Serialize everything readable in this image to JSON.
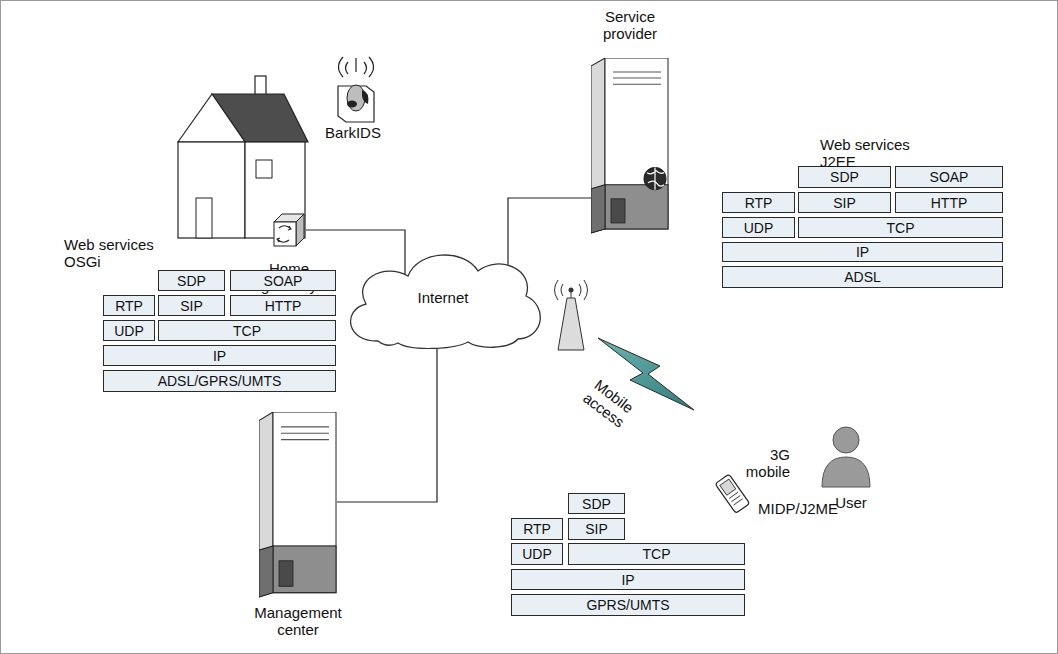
{
  "diagram": {
    "nodes": [
      {
        "text": [
          "Home gateway"
        ]
      },
      {
        "text": [
          "Service provider"
        ]
      },
      {
        "text": [
          "Internet"
        ]
      },
      {
        "text": [
          "Management center"
        ]
      },
      {
        "text": [
          "SDP"
        ]
      },
      {
        "text": [
          "SOAP"
        ]
      },
      {
        "text": [
          "RTP"
        ]
      },
      {
        "text": [
          "SIP"
        ]
      },
      {
        "text": [
          "HTTP"
        ]
      },
      {
        "text": [
          "UDP"
        ]
      },
      {
        "text": [
          "TCP"
        ]
      },
      {
        "text": [
          "IP"
        ]
      },
      {
        "text": [
          "ADSL/GPRS/UMTS"
        ]
      },
      {
        "text": [
          "SDP"
        ]
      },
      {
        "text": [
          "SOAP"
        ]
      },
      {
        "text": [
          "RTP"
        ]
      },
      {
        "text": [
          "SIP"
        ]
      },
      {
        "text": [
          "HTTP"
        ]
      },
      {
        "text": [
          "UDP"
        ]
      },
      {
        "text": [
          "TCP"
        ]
      },
      {
        "text": [
          "IP"
        ]
      },
      {
        "text": [
          "ADSL"
        ]
      },
      {
        "text": [
          "SDP"
        ]
      },
      {
        "text": [
          "RTP"
        ]
      },
      {
        "text": [
          "SIP"
        ]
      },
      {
        "text": [
          "UDP"
        ]
      },
      {
        "text": [
          "TCP"
        ]
      },
      {
        "text": [
          "IP"
        ]
      },
      {
        "text": [
          "GPRS/UMTS"
        ]
      }
    ],
    "edges": [
      {
        "from": 0,
        "to": 2,
        "arrow": "none"
      },
      {
        "from": 1,
        "to": 2,
        "arrow": "none"
      },
      {
        "from": 3,
        "to": 2,
        "arrow": "none"
      }
    ],
    "labels": [
      "BarkIDS",
      "Web services OSGi",
      "Web services J2EE",
      "Mobile access",
      "3G mobile",
      "MIDP/J2ME",
      "User"
    ]
  }
}
